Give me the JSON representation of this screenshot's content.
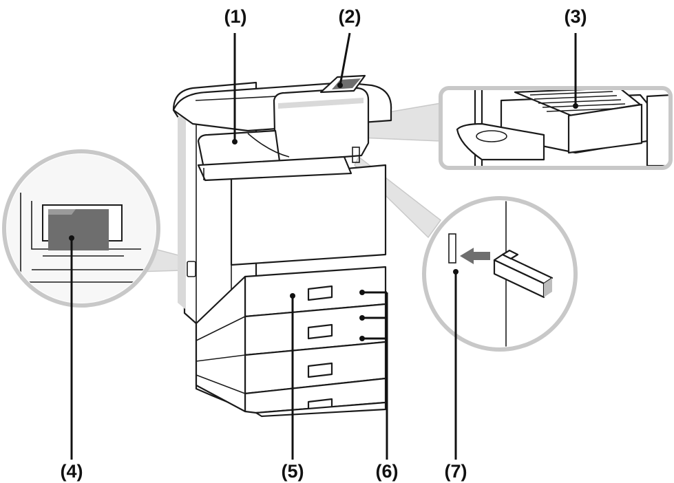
{
  "callouts": {
    "c1": "(1)",
    "c2": "(2)",
    "c3": "(3)",
    "c4": "(4)",
    "c5": "(5)",
    "c6": "(6)",
    "c7": "(7)"
  }
}
